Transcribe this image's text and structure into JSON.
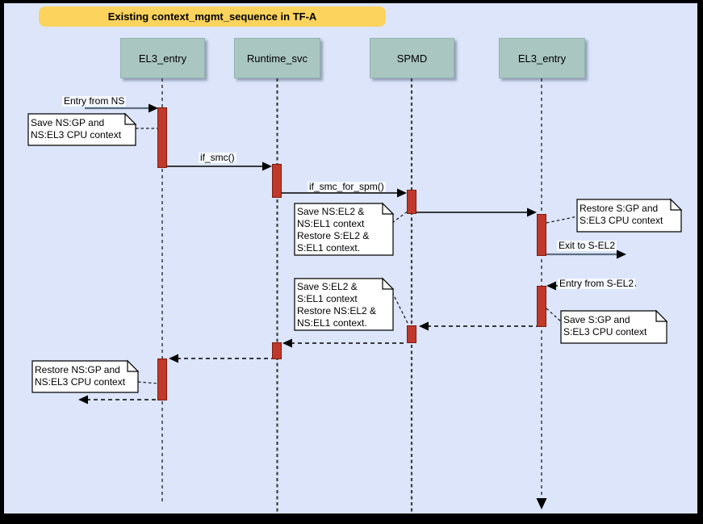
{
  "diagram": {
    "title": "Existing context_mgmt_sequence in TF-A",
    "kind": "uml-sequence-diagram"
  },
  "colors": {
    "background": "#dce5fa",
    "frame": "#000000",
    "title_bg": "#fcd35c",
    "actor_bg": "#a9c6c1",
    "activation_fill": "#c0392b",
    "activation_border": "#7e1c10",
    "note_bg": "#ffffff",
    "external_message_line": "#5c6e80",
    "message_line": "#000000"
  },
  "actors": [
    {
      "label": "EL3_entry"
    },
    {
      "label": "Runtime_svc"
    },
    {
      "label": "SPMD"
    },
    {
      "label": "EL3_entry"
    }
  ],
  "messages": [
    {
      "label": "Entry from NS",
      "style": "solid",
      "from": "external",
      "to": "EL3_entry"
    },
    {
      "label": "if_smc()",
      "style": "solid",
      "from": "EL3_entry",
      "to": "Runtime_svc"
    },
    {
      "label": "if_smc_for_spm()",
      "style": "solid",
      "from": "Runtime_svc",
      "to": "SPMD"
    },
    {
      "label": "",
      "style": "solid",
      "from": "SPMD",
      "to": "EL3_entry"
    },
    {
      "label": "Exit to S-EL2",
      "style": "solid",
      "from": "EL3_entry",
      "to": "external"
    },
    {
      "label": "Entry from S-EL2",
      "style": "dashed",
      "from": "external",
      "to": "EL3_entry"
    },
    {
      "label": "",
      "style": "dashed",
      "from": "EL3_entry",
      "to": "SPMD"
    },
    {
      "label": "",
      "style": "dashed",
      "from": "SPMD",
      "to": "Runtime_svc"
    },
    {
      "label": "",
      "style": "dashed",
      "from": "Runtime_svc",
      "to": "EL3_entry"
    },
    {
      "label": "",
      "style": "dashed",
      "from": "EL3_entry",
      "to": "external"
    }
  ],
  "notes": [
    {
      "text": "Save NS:GP and\nNS:EL3 CPU context"
    },
    {
      "text": "Save NS:EL2 &\nNS:EL1 context\nRestore S:EL2 &\nS:EL1 context."
    },
    {
      "text": "Restore S:GP and\nS:EL3 CPU context"
    },
    {
      "text": "Save S:EL2 &\nS:EL1 context\nRestore NS:EL2 &\nNS:EL1 context."
    },
    {
      "text": "Save S:GP and\nS:EL3 CPU context"
    },
    {
      "text": "Restore NS:GP and\nNS:EL3 CPU context"
    }
  ]
}
